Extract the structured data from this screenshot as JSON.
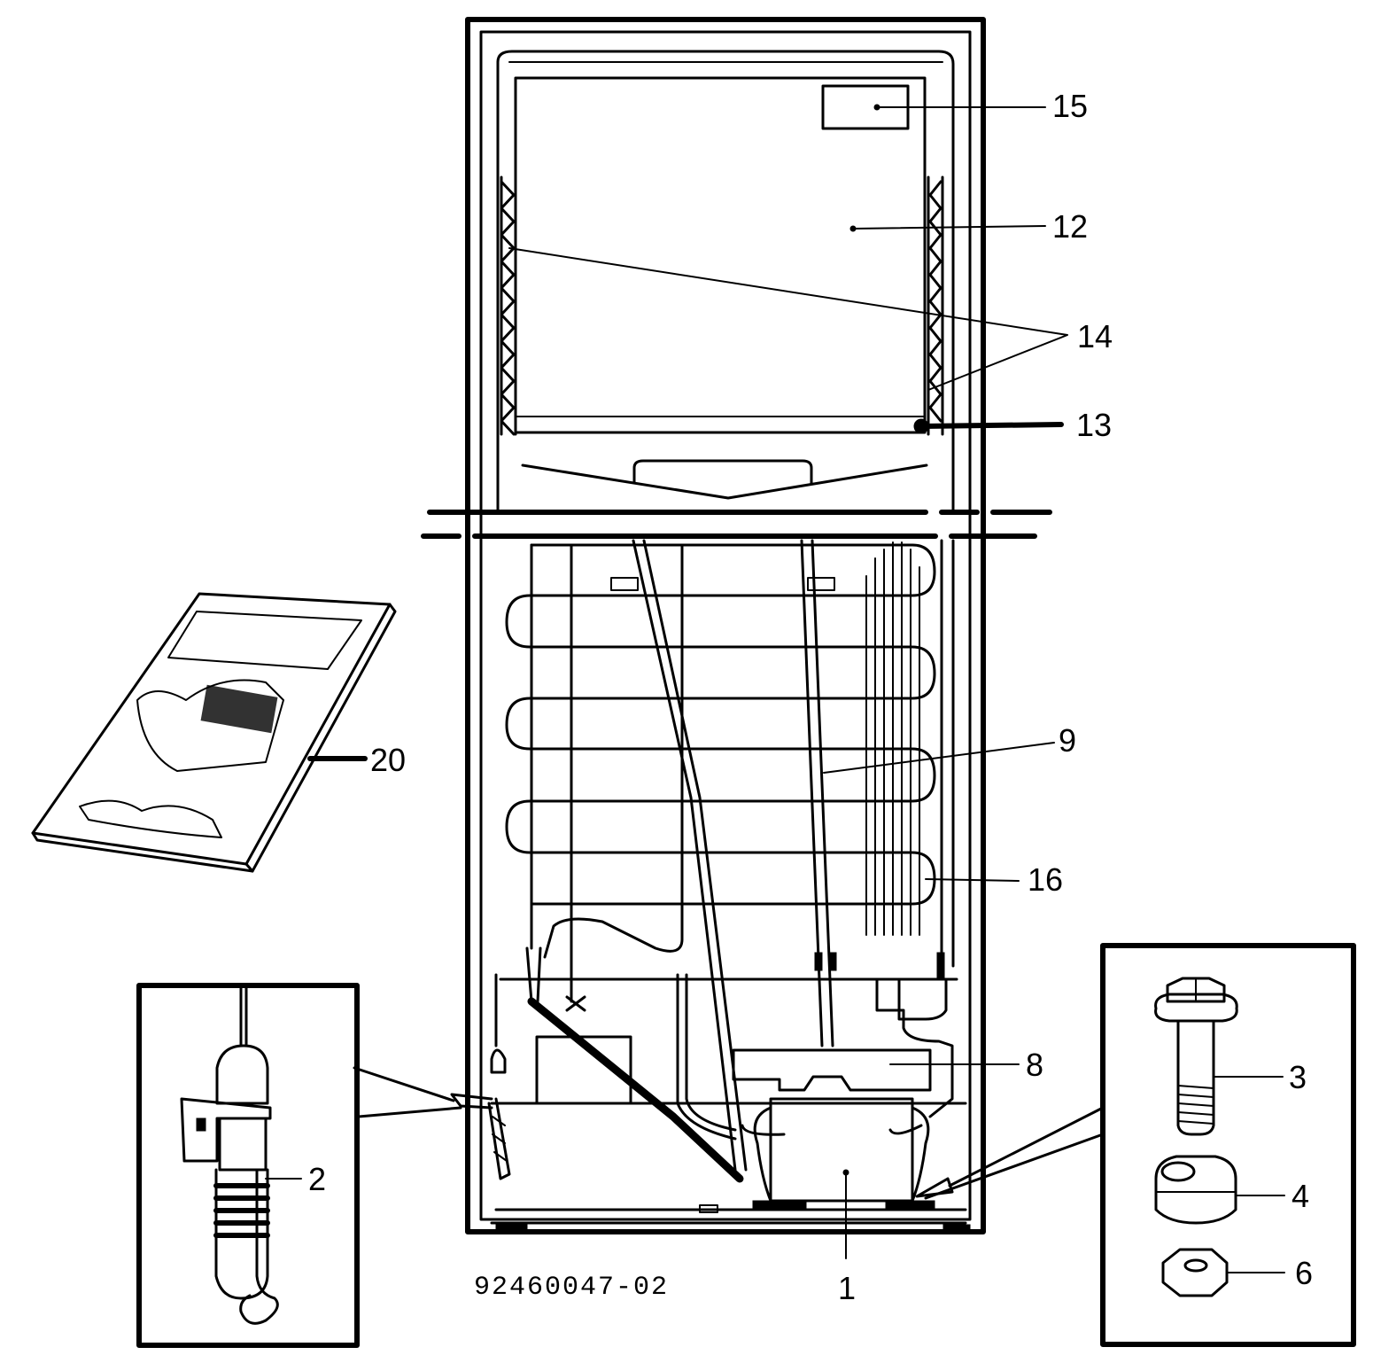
{
  "drawing_number": "92460047-02",
  "callouts": {
    "c1": "1",
    "c2": "2",
    "c3": "3",
    "c4": "4",
    "c6": "6",
    "c8": "8",
    "c9": "9",
    "c12": "12",
    "c13": "13",
    "c14": "14",
    "c15": "15",
    "c16": "16",
    "c20": "20"
  }
}
